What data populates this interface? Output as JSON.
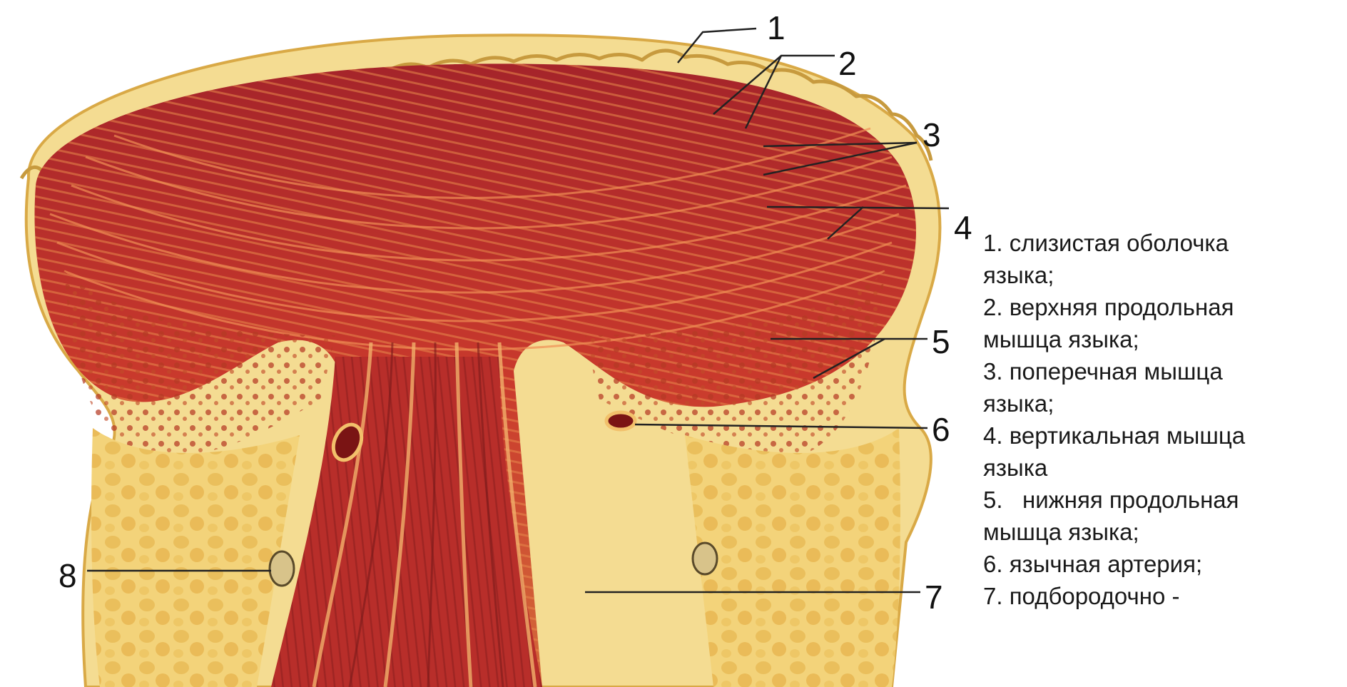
{
  "diagram": {
    "callouts": [
      {
        "num": "1"
      },
      {
        "num": "2"
      },
      {
        "num": "3"
      },
      {
        "num": "4"
      },
      {
        "num": "5"
      },
      {
        "num": "6"
      },
      {
        "num": "7"
      },
      {
        "num": "8"
      }
    ],
    "legend": [
      {
        "label": "1. слизистая оболочка\nязыка;"
      },
      {
        "label": "2. верхняя продольная\nмышца языка;"
      },
      {
        "label": "3. поперечная мышца\nязыка;"
      },
      {
        "label": "4. вертикальная мышца\nязыка"
      },
      {
        "label": "5.   нижняя продольная\nмышца языка;"
      },
      {
        "label": "6. язычная артерия;"
      },
      {
        "label": "7. подбородочно -"
      }
    ],
    "colors": {
      "mucosa": "#f3d98a",
      "muscle": "#c8372a",
      "muscle_dark": "#8e1f1c",
      "fat": "#f1cf74",
      "artery": "#7a1414",
      "nerve": "#d8c38a"
    }
  }
}
